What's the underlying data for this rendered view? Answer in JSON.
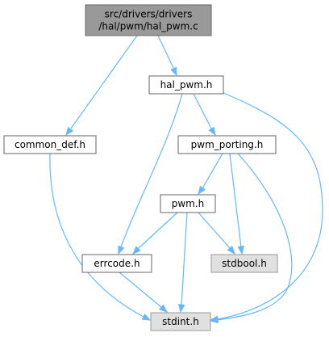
{
  "diagram": {
    "nodes": [
      {
        "id": "hal_pwm_c",
        "lines": [
          "src/drivers/drivers",
          "/hal/pwm/hal_pwm.c"
        ],
        "style": "root",
        "fill": "#999999",
        "stroke": "#666666"
      },
      {
        "id": "hal_pwm_h",
        "lines": [
          "hal_pwm.h"
        ],
        "style": "header",
        "fill": "#ffffff",
        "stroke": "#666666"
      },
      {
        "id": "common_def_h",
        "lines": [
          "common_def.h"
        ],
        "style": "header",
        "fill": "#ffffff",
        "stroke": "#666666"
      },
      {
        "id": "pwm_porting_h",
        "lines": [
          "pwm_porting.h"
        ],
        "style": "header",
        "fill": "#ffffff",
        "stroke": "#666666"
      },
      {
        "id": "pwm_h",
        "lines": [
          "pwm.h"
        ],
        "style": "header",
        "fill": "#ffffff",
        "stroke": "#666666"
      },
      {
        "id": "errcode_h",
        "lines": [
          "errcode.h"
        ],
        "style": "header",
        "fill": "#ffffff",
        "stroke": "#666666"
      },
      {
        "id": "stdbool_h",
        "lines": [
          "stdbool.h"
        ],
        "style": "system",
        "fill": "#e0e0e0",
        "stroke": "#999999"
      },
      {
        "id": "stdint_h",
        "lines": [
          "stdint.h"
        ],
        "style": "system",
        "fill": "#e0e0e0",
        "stroke": "#999999"
      }
    ],
    "edges": [
      {
        "from": "hal_pwm_c",
        "to": "hal_pwm_h"
      },
      {
        "from": "hal_pwm_c",
        "to": "common_def_h"
      },
      {
        "from": "hal_pwm_h",
        "to": "pwm_porting_h"
      },
      {
        "from": "hal_pwm_h",
        "to": "errcode_h"
      },
      {
        "from": "hal_pwm_h",
        "to": "stdint_h"
      },
      {
        "from": "common_def_h",
        "to": "stdint_h"
      },
      {
        "from": "pwm_porting_h",
        "to": "pwm_h"
      },
      {
        "from": "pwm_porting_h",
        "to": "stdbool_h"
      },
      {
        "from": "pwm_porting_h",
        "to": "stdint_h"
      },
      {
        "from": "pwm_h",
        "to": "errcode_h"
      },
      {
        "from": "pwm_h",
        "to": "stdbool_h"
      },
      {
        "from": "pwm_h",
        "to": "stdint_h"
      },
      {
        "from": "errcode_h",
        "to": "stdint_h"
      }
    ],
    "colors": {
      "edge": "#63b8ff",
      "text": "#000000"
    }
  }
}
